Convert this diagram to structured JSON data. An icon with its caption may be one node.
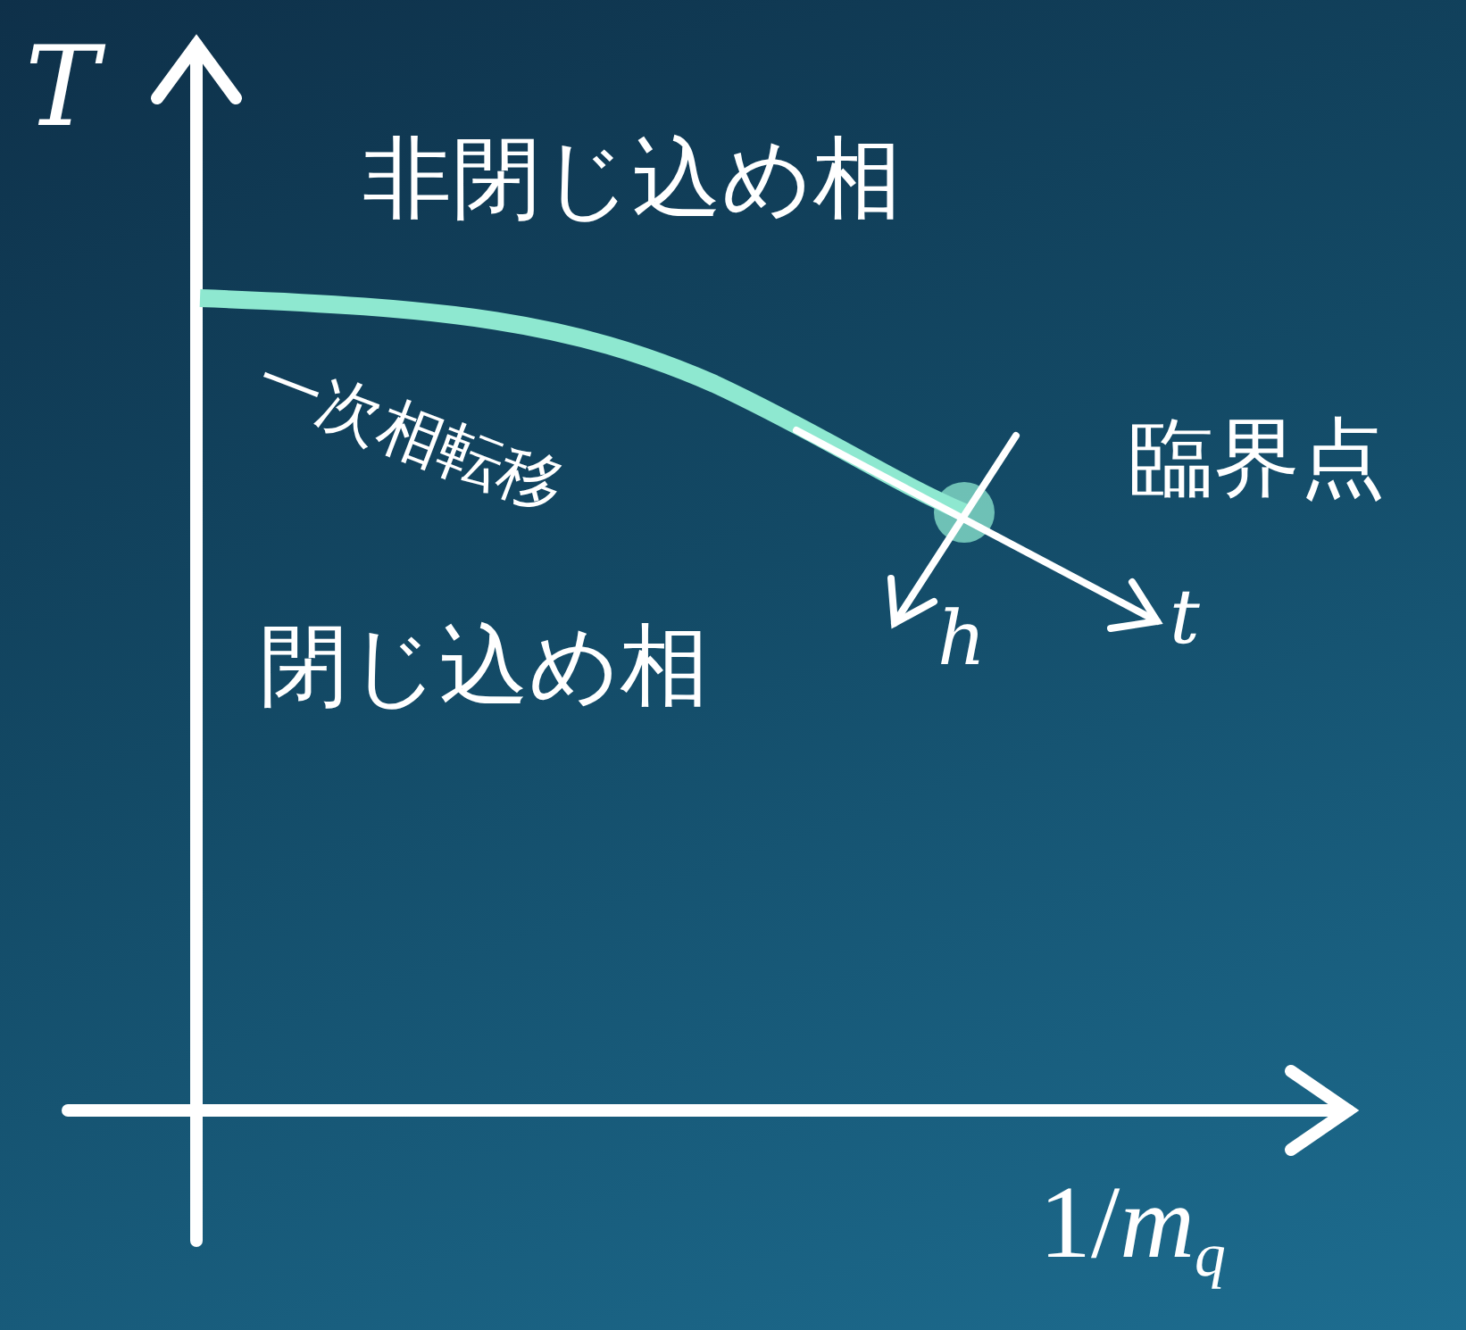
{
  "diagram": {
    "labels": [
      "T",
      "非閉じ込め相",
      "一次相転移",
      "臨界点",
      "h",
      "t",
      "閉じ込め相",
      "1/*m*$_{q}$"
    ]
  }
}
